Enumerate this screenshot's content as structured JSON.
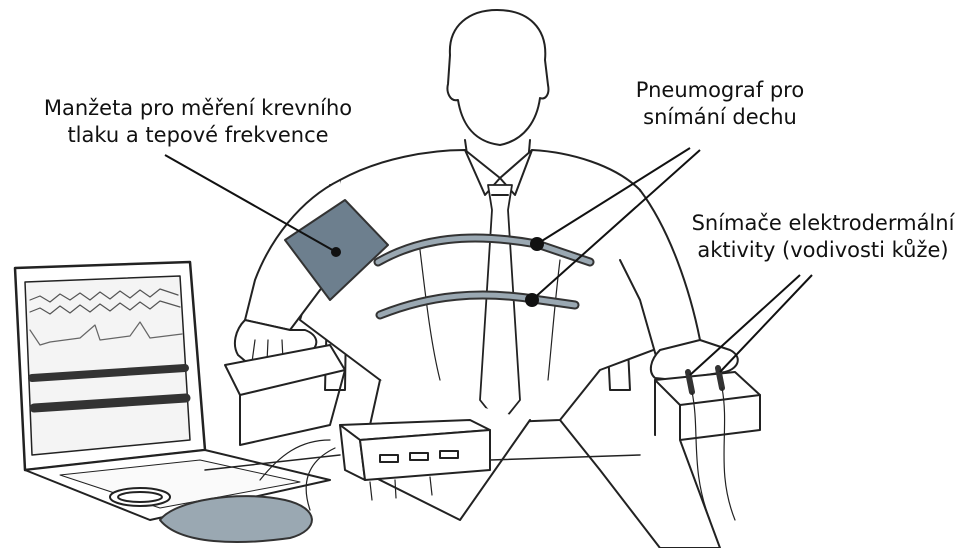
{
  "labels": {
    "cuff": {
      "line1": "Manžeta pro měření krevního",
      "line2": "tlaku a tepové frekvence"
    },
    "pneumograph": {
      "line1": "Pneumograf pro",
      "line2": "snímání dechu"
    },
    "electrodermal": {
      "line1": "Snímače elektrodermální",
      "line2": "aktivity (vodivosti kůže)"
    }
  },
  "colors": {
    "cuff": "#6d7f8e",
    "line": "#111111",
    "belt": "#9aa8b2"
  }
}
